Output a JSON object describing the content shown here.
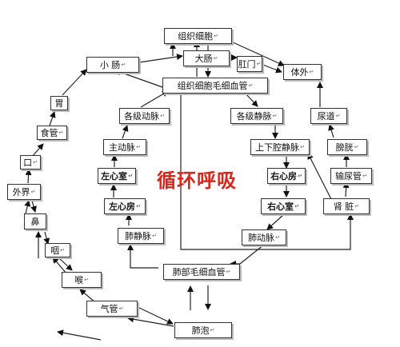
{
  "title": "循环呼吸",
  "edge_mark": "↵",
  "nodes": {
    "tissue_cell": "组织细胞",
    "small_intestine": "小 肠",
    "large_intestine": "大肠",
    "anus": "肛门",
    "outside_body": "体外",
    "tissue_capillary": "组织细胞毛细血管",
    "stomach": "胃",
    "arteries": "各级动脉",
    "veins": "各级静脉",
    "urethra": "尿道",
    "esophagus": "食管",
    "aorta": "主动脉",
    "vena_cava": "上下腔静脉",
    "bladder": "膀胱",
    "mouth": "口",
    "left_ventricle": "左心室",
    "right_atrium": "右心房",
    "ureter": "输尿管",
    "external": "外界",
    "left_atrium": "左心房",
    "right_ventricle": "右心室",
    "kidney": "肾  脏",
    "nose": "鼻",
    "pulmonary_vein": "肺静脉",
    "pulmonary_artery": "肺动脉",
    "pharynx": "咽",
    "pulmonary_capillary": "肺部毛细血管",
    "larynx": "喉",
    "trachea": "气管",
    "alveoli": "肺泡"
  }
}
